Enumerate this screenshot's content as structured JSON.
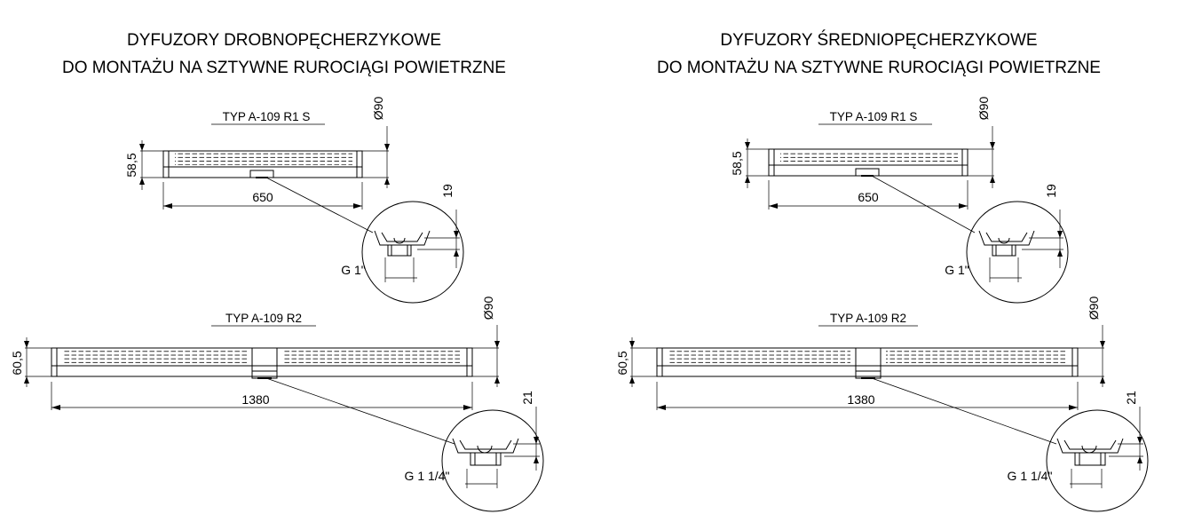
{
  "panels": [
    {
      "title_line1": "DYFUZORY DROBNOPĘCHERZYKOWE",
      "title_line2": "DO MONTAŻU NA SZTYWNE RUROCIĄGI POWIETRZNE",
      "r1": {
        "type_label": "TYP A-109 R1 S",
        "diameter": "Ø90",
        "height": "58,5",
        "length": "650",
        "detail_dim": "19",
        "thread": "G 1\""
      },
      "r2": {
        "type_label": "TYP A-109 R2",
        "diameter": "Ø90",
        "height": "60,5",
        "length": "1380",
        "detail_dim": "21",
        "thread": "G 1 1/4\""
      }
    },
    {
      "title_line1": "DYFUZORY ŚREDNIOPĘCHERZYKOWE",
      "title_line2": "DO MONTAŻU NA SZTYWNE RUROCIĄGI POWIETRZNE",
      "r1": {
        "type_label": "TYP A-109 R1 S",
        "diameter": "Ø90",
        "height": "58,5",
        "length": "650",
        "detail_dim": "19",
        "thread": "G 1\""
      },
      "r2": {
        "type_label": "TYP A-109 R2",
        "diameter": "Ø90",
        "height": "60,5",
        "length": "1380",
        "detail_dim": "21",
        "thread": "G 1 1/4\""
      }
    }
  ]
}
